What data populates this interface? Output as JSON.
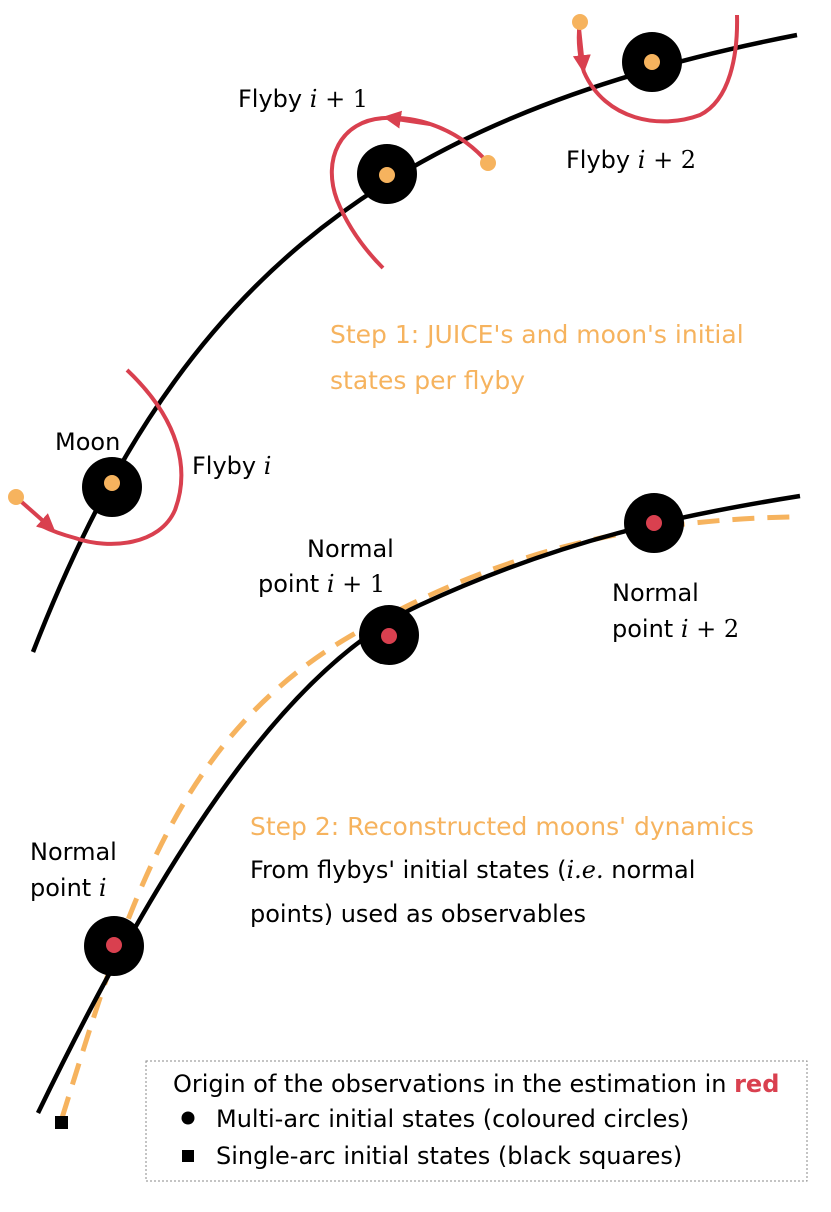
{
  "colors": {
    "red": "#d9404f",
    "orange": "#f6b35e",
    "black": "#000000"
  },
  "labels": {
    "moon": "Moon",
    "flyby_i": {
      "text": "Flyby ",
      "math": "i"
    },
    "flyby_i1": {
      "text": "Flyby ",
      "math": "i",
      "rest": " + 1"
    },
    "flyby_i2": {
      "text": "Flyby ",
      "math": "i",
      "rest": " + 2"
    },
    "np_i": {
      "line1": "Normal",
      "line2": "point ",
      "math": "i"
    },
    "np_i1": {
      "line1": "Normal",
      "line2": "point ",
      "math": "i",
      "rest": " + 1"
    },
    "np_i2": {
      "line1": "Normal",
      "line2": "point ",
      "math": "i",
      "rest": " + 2"
    }
  },
  "steps": {
    "step1_line1": "Step 1: JUICE's and moon's initial",
    "step1_line2": "states per flyby",
    "step2_title": "Step 2: Reconstructed moons' dynamics",
    "step2_line1_a": "From flybys' initial states (",
    "step2_line1_ie": "i.e.",
    "step2_line1_b": " normal",
    "step2_line2": "points) used as observables"
  },
  "legend": {
    "title_prefix": "Origin of the observations in the estimation in ",
    "title_red": "red",
    "item1": "Multi-arc initial states (coloured circles)",
    "item2": "Single-arc initial states (black squares)"
  },
  "icons": {
    "moon_marker": "black-disc-orange-dot-icon",
    "normal_point_marker": "black-disc-red-dot-icon",
    "spacecraft": "orange-dot-icon",
    "direction": "arrowhead-icon",
    "legend_circle": "filled-circle-icon",
    "legend_square": "filled-square-icon"
  }
}
